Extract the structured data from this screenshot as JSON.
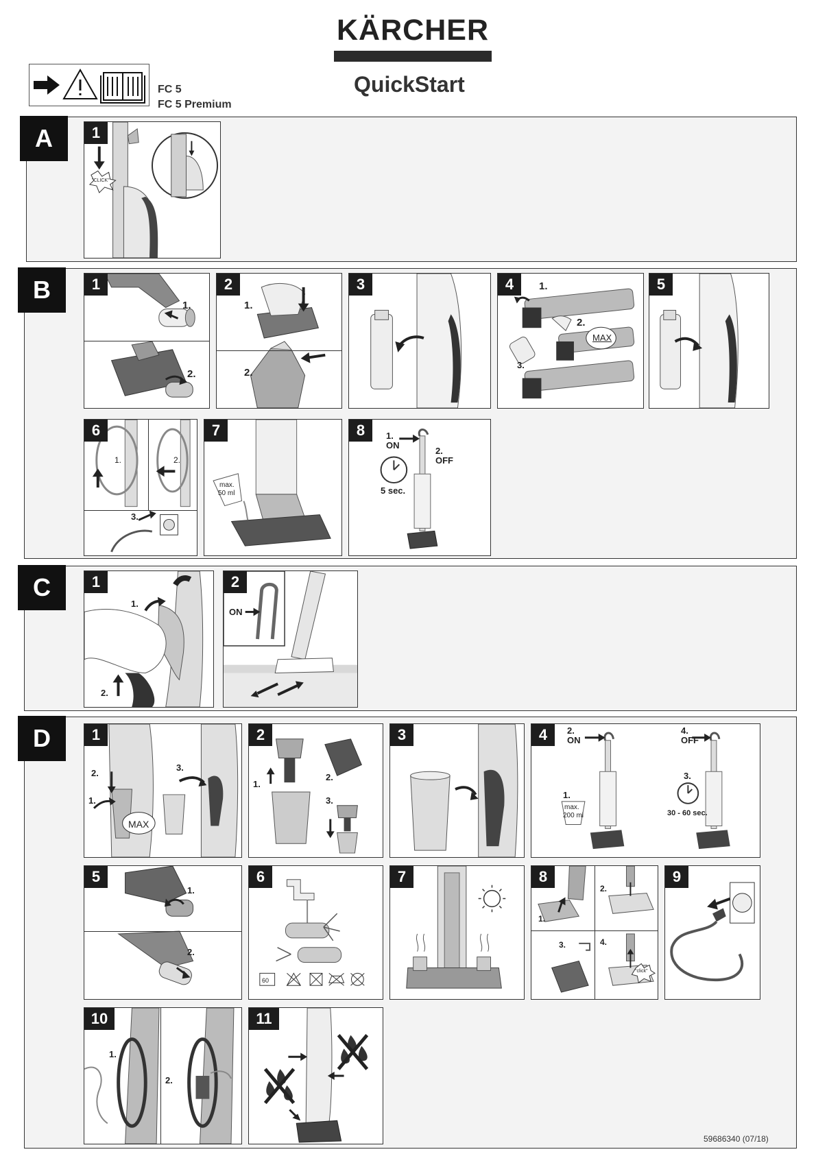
{
  "brand": "KÄRCHER",
  "models": [
    "FC 5",
    "FC 5 Premium"
  ],
  "title": "QuickStart",
  "header_icons": [
    "arrow-right-icon",
    "warning-triangle-icon",
    "manual-book-icon"
  ],
  "sections": {
    "A": {
      "label": "A",
      "steps": {
        "s1": {
          "num": "1",
          "click": "\"CLICK\""
        }
      }
    },
    "B": {
      "label": "B",
      "steps": {
        "s1": {
          "num": "1",
          "t1": "1.",
          "t2": "2."
        },
        "s2": {
          "num": "2",
          "t1": "1.",
          "t2": "2."
        },
        "s3": {
          "num": "3"
        },
        "s4": {
          "num": "4",
          "t1": "1.",
          "t2": "2.",
          "t3": "3.",
          "max": "MAX"
        },
        "s5": {
          "num": "5"
        },
        "s6": {
          "num": "6",
          "t1": "1.",
          "t2": "2.",
          "t3": "3."
        },
        "s7": {
          "num": "7",
          "max1": "max.",
          "max2": "50 ml"
        },
        "s8": {
          "num": "8",
          "t1": "1.",
          "on": "ON",
          "t2": "2.",
          "off": "OFF",
          "time": "5 sec."
        }
      }
    },
    "C": {
      "label": "C",
      "steps": {
        "s1": {
          "num": "1",
          "t1": "1.",
          "t2": "2."
        },
        "s2": {
          "num": "2",
          "on": "ON"
        }
      }
    },
    "D": {
      "label": "D",
      "steps": {
        "s1": {
          "num": "1",
          "t1": "1.",
          "t2": "2.",
          "t3": "3.",
          "max": "MAX"
        },
        "s2": {
          "num": "2",
          "t1": "1.",
          "t2": "2.",
          "t3": "3."
        },
        "s3": {
          "num": "3"
        },
        "s4": {
          "num": "4",
          "t1": "1.",
          "t2": "2.",
          "on": "ON",
          "t3": "3.",
          "t4": "4.",
          "off": "OFF",
          "max1": "max.",
          "max2": "200 ml",
          "time": "30 - 60 sec."
        },
        "s5": {
          "num": "5",
          "t1": "1.",
          "t2": "2."
        },
        "s6": {
          "num": "6",
          "wash": "60"
        },
        "s7": {
          "num": "7"
        },
        "s8": {
          "num": "8",
          "t1": "1.",
          "t2": "2.",
          "t3": "3.",
          "t4": "4.",
          "click": "\"click\""
        },
        "s9": {
          "num": "9"
        },
        "s10": {
          "num": "10",
          "t1": "1.",
          "t2": "2."
        },
        "s11": {
          "num": "11"
        }
      }
    }
  },
  "doc_number": "59686340  (07/18)"
}
